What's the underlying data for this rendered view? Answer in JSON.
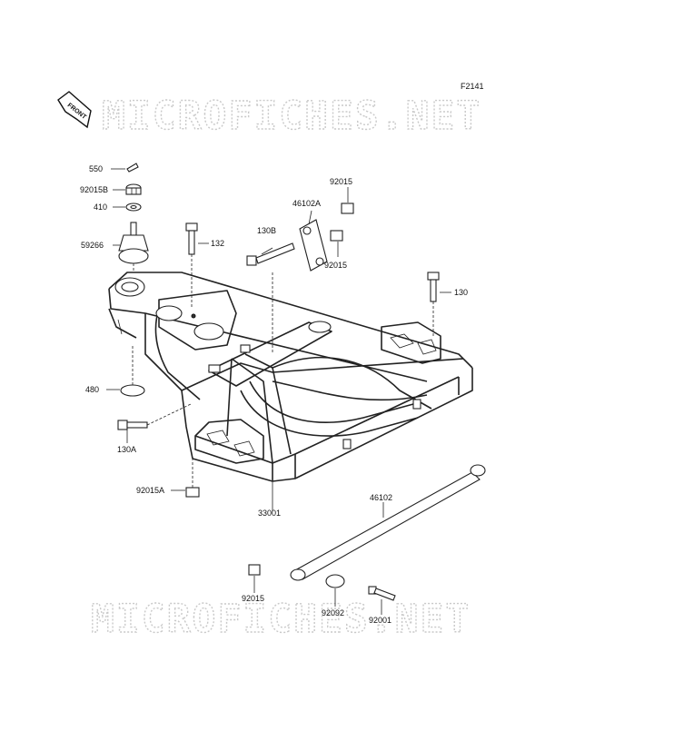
{
  "figure_code": "F2141",
  "front_badge": "FRONT",
  "watermark": "MICROFICHES.NET",
  "parts": {
    "p550": "550",
    "p92015B": "92015B",
    "p410": "410",
    "p59266": "59266",
    "p480": "480",
    "p130A": "130A",
    "p92015A": "92015A",
    "p132": "132",
    "p130B": "130B",
    "p46102A": "46102A",
    "p92015_top": "92015",
    "p92015_mid": "92015",
    "p130": "130",
    "p33001": "33001",
    "p46102": "46102",
    "p92015_bot": "92015",
    "p92092": "92092",
    "p92001": "92001"
  }
}
